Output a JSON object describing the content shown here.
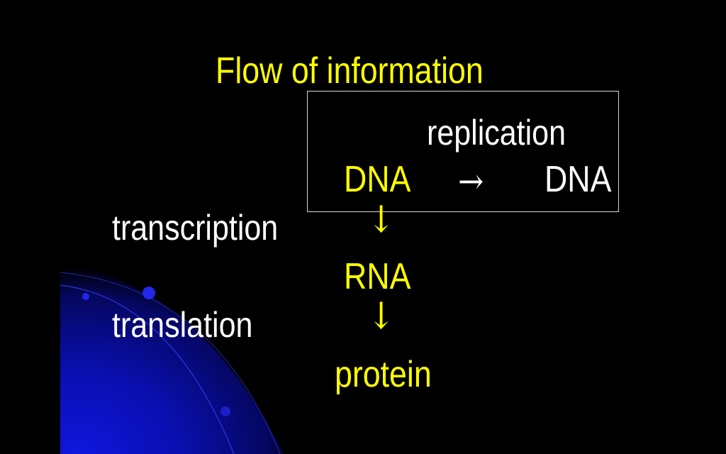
{
  "slide": {
    "title": "Flow of information",
    "replication_label": "replication",
    "dna_source": "DNA",
    "dna_target": "DNA",
    "replication_arrow": "→",
    "transcription_label": "transcription",
    "transcription_arrow": "↓",
    "rna": "RNA",
    "translation_label": "translation",
    "translation_arrow": "↓",
    "protein": "protein"
  },
  "colors": {
    "background": "#000000",
    "accent_text": "#ffff00",
    "label_text": "#ffffff",
    "box_border": "#d8d8d8",
    "decor_blue": "#0a10c8"
  }
}
